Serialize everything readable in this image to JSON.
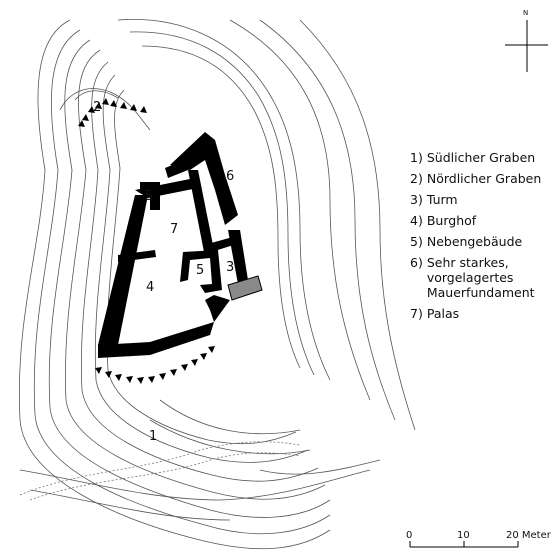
{
  "north": {
    "label": "N",
    "icon": "north-arrow-icon"
  },
  "plan_labels": {
    "northern_ditch": "2",
    "southern_ditch": "1",
    "outer_wall": "6",
    "annex_north": "5",
    "palas": "7",
    "annex_south": "5",
    "tower": "3",
    "courtyard": "4"
  },
  "legend": [
    {
      "num": "1)",
      "text": "Südlicher Graben"
    },
    {
      "num": "2)",
      "text": "Nördlicher Graben"
    },
    {
      "num": "3)",
      "text": "Turm"
    },
    {
      "num": "4)",
      "text": "Burghof"
    },
    {
      "num": "5)",
      "text": "Nebengebäude"
    },
    {
      "num": "6)",
      "text": "Sehr starkes, vorgelagertes Mauerfundament"
    },
    {
      "num": "7)",
      "text": "Palas"
    }
  ],
  "scale_bar": {
    "ticks": [
      "0",
      "10",
      "20 Meter"
    ]
  },
  "colors": {
    "wall": "#000000",
    "tower": "#8a8a8a",
    "contour": "#555555"
  }
}
